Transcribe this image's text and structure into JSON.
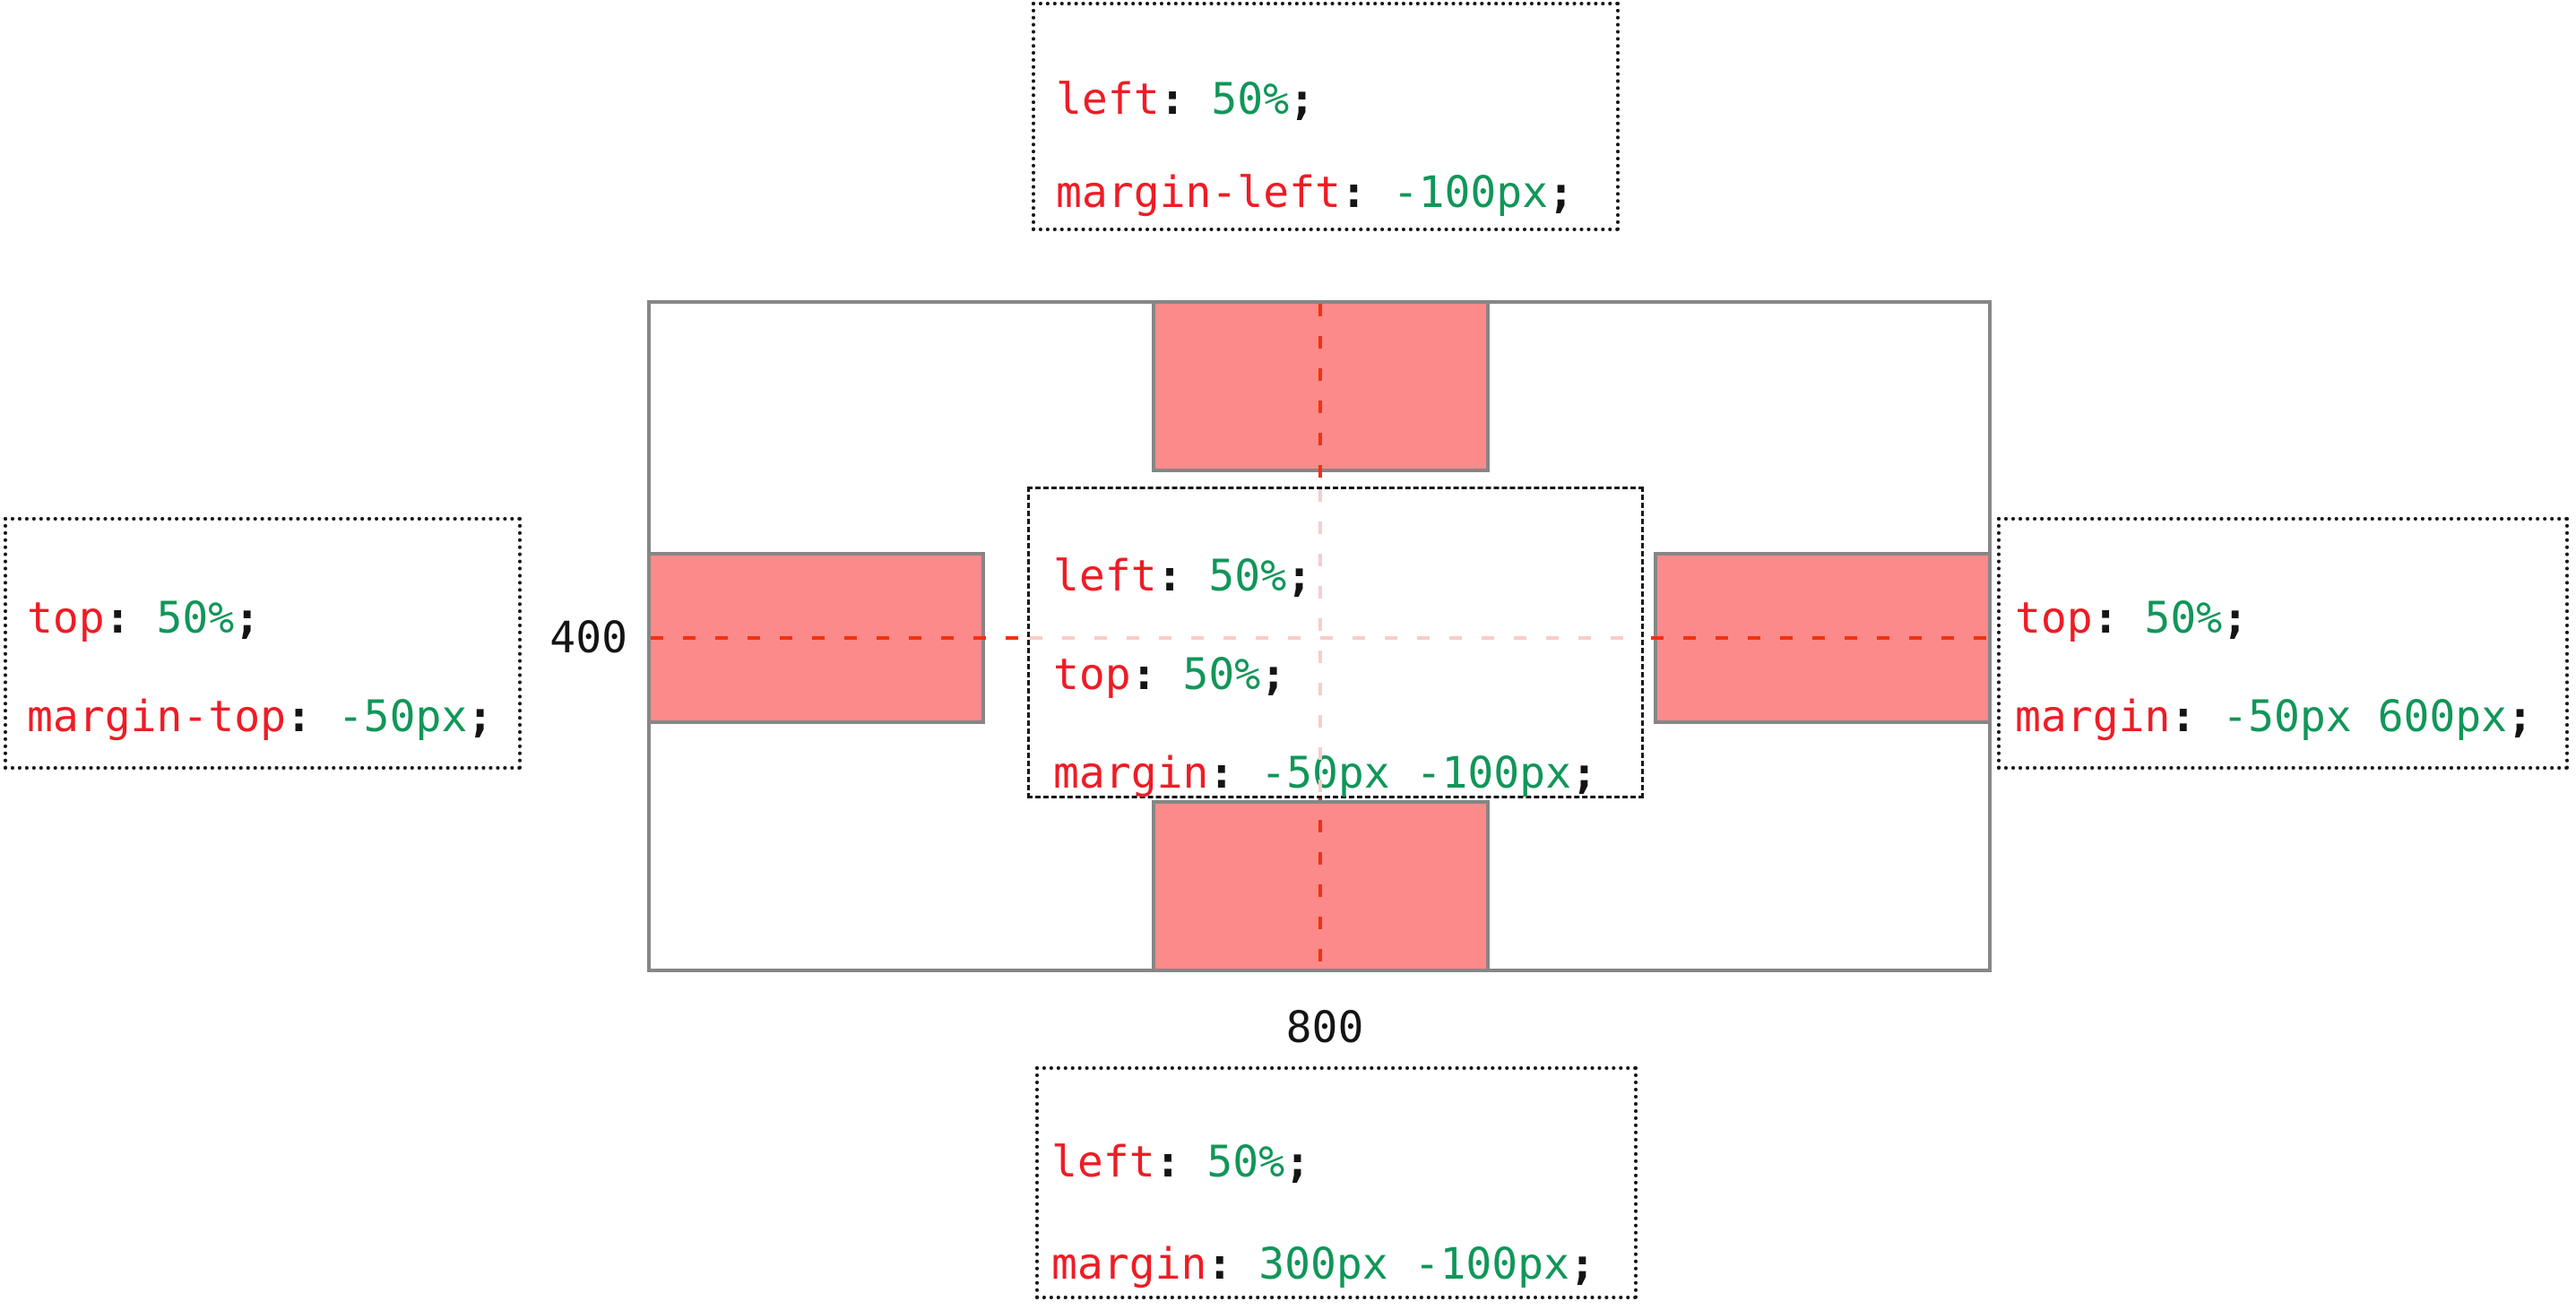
{
  "colors": {
    "box-fill": "#fd8a8a",
    "box-border": "#868686",
    "container-border": "#868686",
    "dash-red": "#ee3311",
    "dash-faint": "#f8cdc8",
    "code-red": "#ee1c25",
    "code-green": "#119659",
    "code-black": "#141414",
    "annot-border": "#161616"
  },
  "syntax": {
    "colon": ": ",
    "semicolon": ";"
  },
  "labels": {
    "container_height": "400",
    "container_width": "800"
  },
  "annotations": {
    "top": {
      "lines": [
        {
          "prop": "left",
          "value": "50%"
        },
        {
          "prop": "margin-left",
          "value": "-100px"
        }
      ]
    },
    "left": {
      "lines": [
        {
          "prop": "top",
          "value": "50%"
        },
        {
          "prop": "margin-top",
          "value": "-50px"
        }
      ]
    },
    "center": {
      "lines": [
        {
          "prop": "left",
          "value": "50%"
        },
        {
          "prop": "top",
          "value": "50%"
        },
        {
          "prop": "margin",
          "value": "-50px -100px"
        }
      ]
    },
    "right": {
      "lines": [
        {
          "prop": "top",
          "value": "50%"
        },
        {
          "prop": "margin",
          "value": "-50px 600px"
        }
      ]
    },
    "bottom": {
      "lines": [
        {
          "prop": "left",
          "value": "50%"
        },
        {
          "prop": "margin",
          "value": "300px -100px"
        }
      ]
    }
  }
}
